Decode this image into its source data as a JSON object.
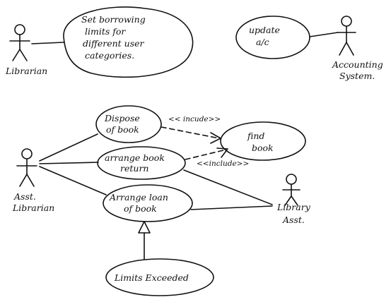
{
  "actors": {
    "librarian": "Librarian",
    "accounting_line1": "Accounting",
    "accounting_line2": "System.",
    "asst_librarian_line1": "Asst.",
    "asst_librarian_line2": "Librarian",
    "library_asst_line1": "Library",
    "library_asst_line2": "Asst."
  },
  "use_cases": {
    "set_limits": [
      "Set borrowing",
      "limits for",
      "different user",
      "categories."
    ],
    "update_ac": [
      "update",
      "a/c"
    ],
    "dispose": [
      "Dispose",
      "of book"
    ],
    "find_book": [
      "find",
      "book"
    ],
    "arrange_return": [
      "arrange book",
      "return"
    ],
    "arrange_loan": [
      "Arrange loan",
      "of book"
    ],
    "limits_exceeded": "Limits Exceeded"
  },
  "relations": {
    "include_1": "<< incude>>",
    "include_2": "<<include>>"
  }
}
